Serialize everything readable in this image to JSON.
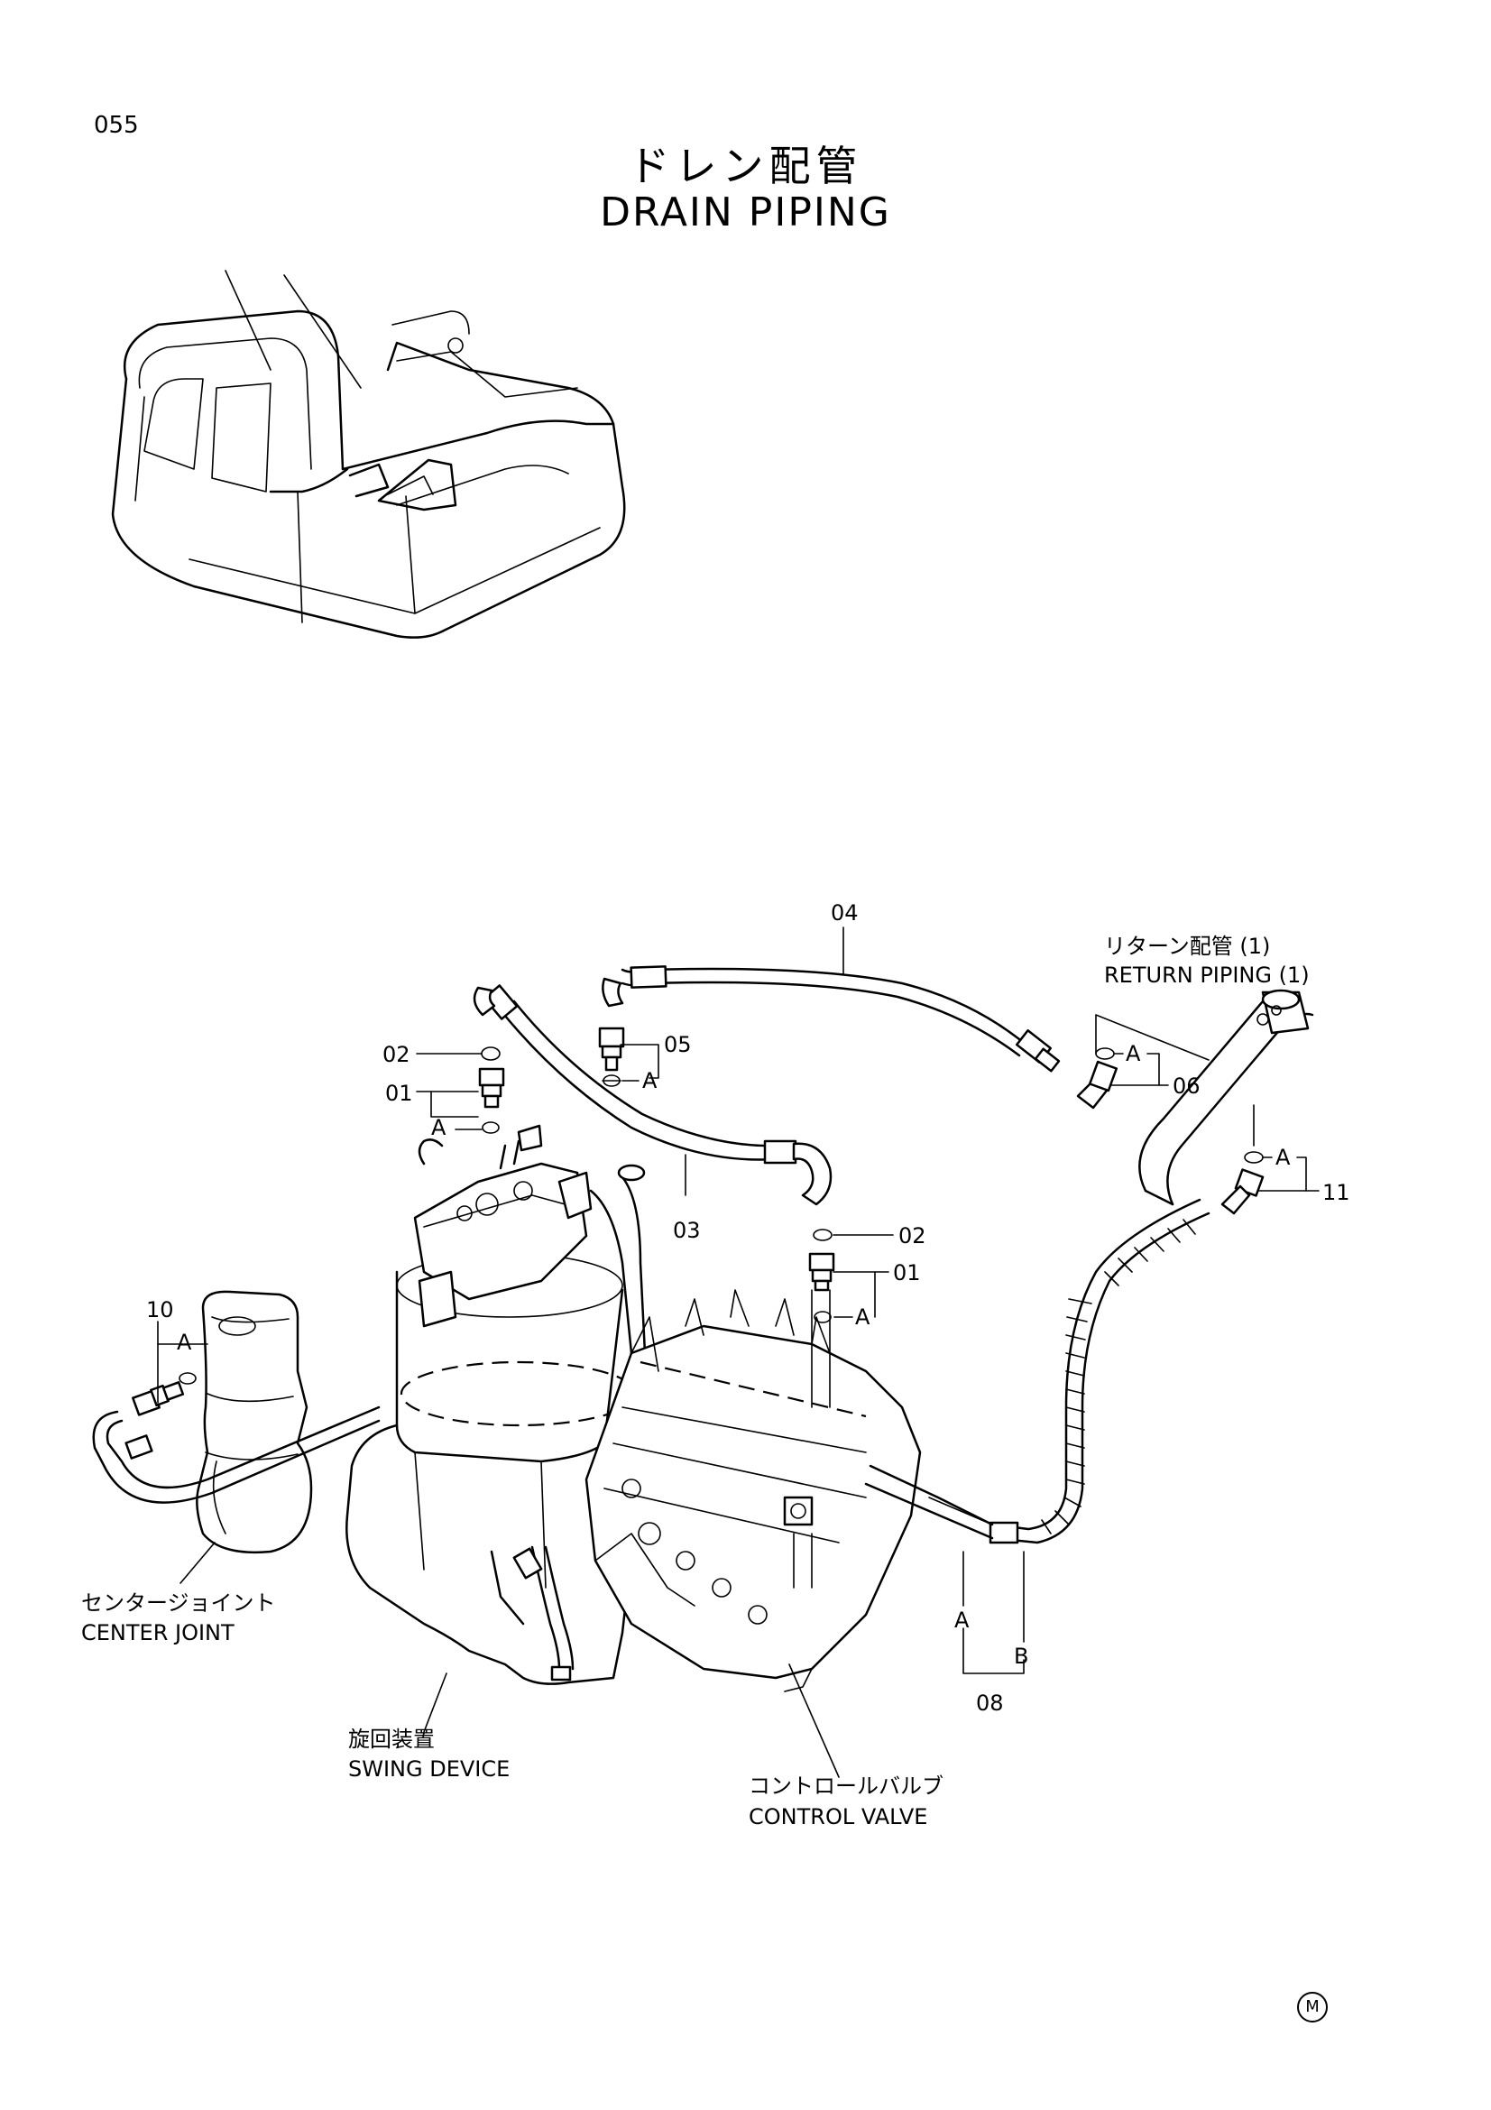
{
  "page_number": "055",
  "title_jp": "ドレン配管",
  "title_en": "DRAIN  PIPING",
  "callouts": {
    "c02a": "02",
    "c01a": "01",
    "cAa": "A",
    "c05": "05",
    "cAb": "A",
    "c04": "04",
    "c03": "03",
    "c02b": "02",
    "c01b": "01",
    "cAc": "A",
    "c10": "10",
    "cAd": "A",
    "cAe": "A",
    "c06": "06",
    "cAf": "A",
    "c11": "11",
    "cAg": "A",
    "cB": "B",
    "c08": "08"
  },
  "labels": {
    "return_piping_jp": "リターン配管 (1)",
    "return_piping_en": "RETURN  PIPING (1)",
    "center_joint_jp": "センタージョイント",
    "center_joint_en": "CENTER JOINT",
    "swing_device_jp": "旋回装置",
    "swing_device_en": "SWING DEVICE",
    "control_valve_jp": "コントロールバルブ",
    "control_valve_en": "CONTROL VALVE"
  },
  "footer_mark": "M"
}
